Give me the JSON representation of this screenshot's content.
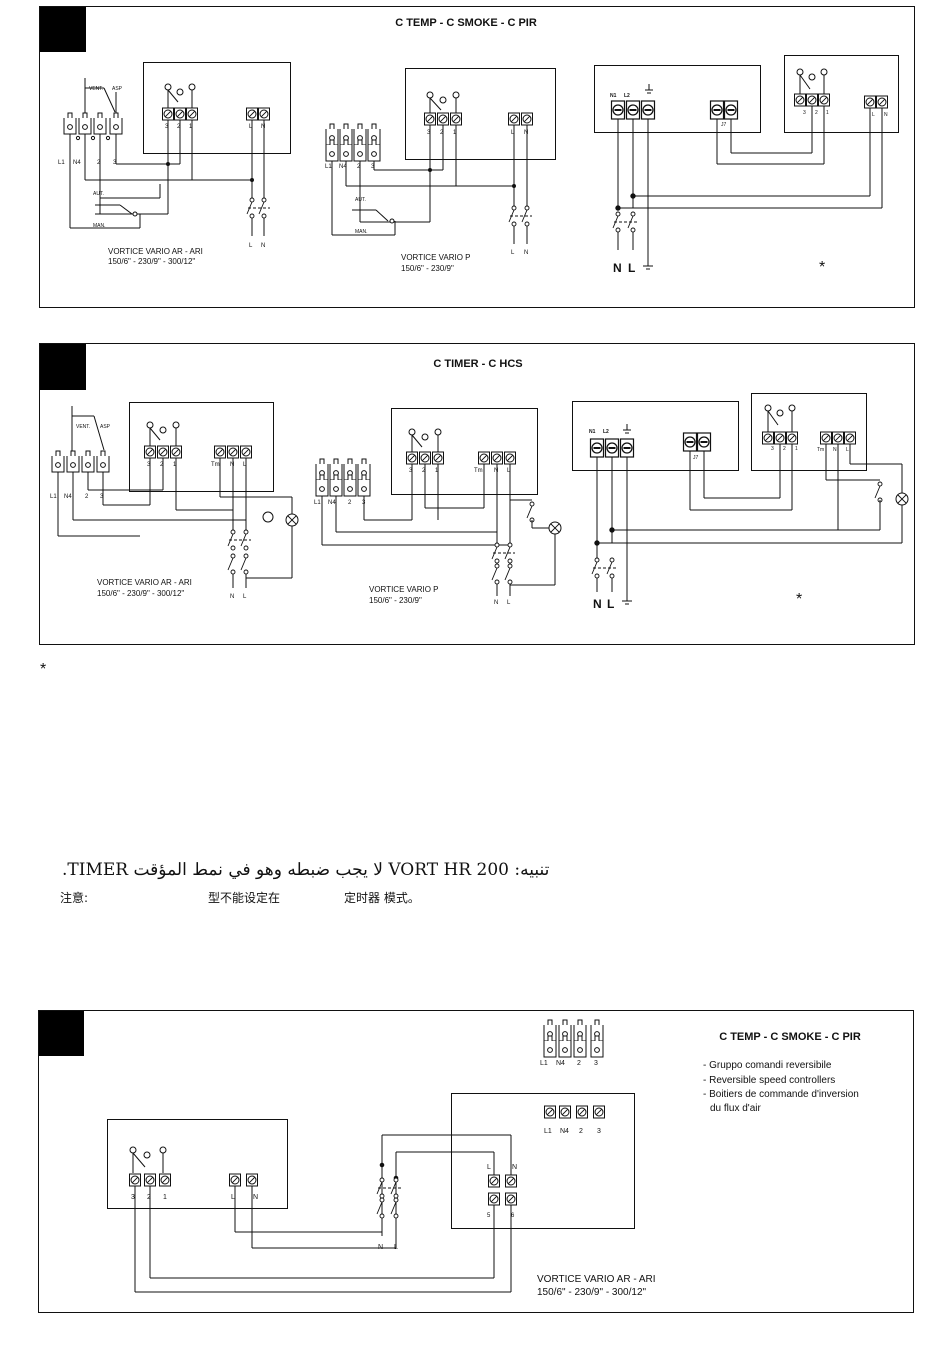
{
  "panel1": {
    "title": "C TEMP - C SMOKE - C PIR",
    "vent": "VENT.",
    "asp": "ASP",
    "aut": "AUT.",
    "man": "MAN.",
    "term_3": "3",
    "term_2": "2",
    "term_1": "1",
    "term_L": "L",
    "term_N": "N",
    "term_L1": "L1",
    "term_N4": "N4",
    "term_N1": "N1",
    "term_L2": "L2",
    "term_J7": "J7",
    "sub_a_line1": "VORTICE VARIO AR - ARI",
    "sub_a_line2": "150/6\" - 230/9\" - 300/12\"",
    "sub_b_line1": "VORTICE VARIO P",
    "sub_b_line2": "150/6\" - 230/9\"",
    "mains_N": "N",
    "mains_L": "L",
    "asterisk": "*"
  },
  "panel2": {
    "title": "C TIMER  -  C HCS",
    "term_Tm": "Tm",
    "sub_a_line1": "VORTICE VARIO AR - ARI",
    "sub_a_line2": "150/6\" - 230/9\" - 300/12\"",
    "sub_b_line1": "VORTICE VARIO P",
    "sub_b_line2": "150/6\" - 230/9\"",
    "asterisk": "*"
  },
  "footnote_asterisk": "*",
  "notes": {
    "arabic": "تنبيه: VORT HR 200 لا يجب ضبطه وهو في نمط المؤقت TIMER.",
    "chinese_a": "注意:",
    "chinese_b": "型不能设定在",
    "chinese_c": "定时器 模式。"
  },
  "panel3": {
    "title": "C TEMP - C SMOKE - C PIR",
    "bullets": [
      "- Gruppo comandi reversibile",
      "- Reversible speed controllers",
      "- Boitiers de commande d'inversion",
      "du flux d'air"
    ],
    "term_5": "5",
    "term_6": "6",
    "sub_line1": "VORTICE VARIO AR - ARI",
    "sub_line2": "150/6\" - 230/9\" - 300/12\""
  },
  "colors": {
    "ink": "#111111",
    "paper": "#ffffff",
    "tab": "#000000"
  }
}
